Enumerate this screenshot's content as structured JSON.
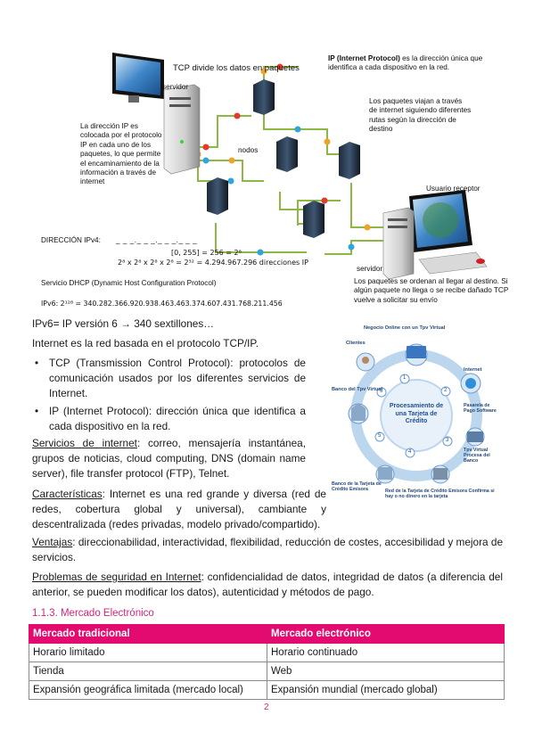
{
  "network_figure": {
    "title": "TCP divide los datos en paquetes",
    "server_label": "servidor",
    "nodes_label": "nodos",
    "receiver_label": "Usuario receptor",
    "server2_label": "servidor",
    "ip_note_bold": "IP (Internet Protocol)",
    "ip_note_rest": " es la dirección única que identifica a cada dispositivo en la red.",
    "left_note": "La dirección IP es colocada por el protocolo IP en cada uno de los paquetes, lo que permite el encaminamiento de la información a través de internet",
    "routes_note": "Los paquetes viajan a través de internet siguiendo diferentes rutas según la dirección de destino",
    "reorder_note": "Los paquetes se ordenan al llegar al destino. Si algún paquete no llega o se recibe dañado TCP vuelve a solicitar su envío",
    "ipv4_label": "DIRECCIÓN IPv4:",
    "ipv4_mask": "_ _ _._ _ _._ _ _._ _ _",
    "range_line": "[0, 255] = 256 = 2⁸",
    "pow_line": "2⁸  x  2⁸  x  2⁸  x  2⁸   = 2³² = 4.294.967.296 direcciones IP",
    "dhcp_line": "Servicio DHCP (Dynamic Host Configuration Protocol)",
    "ipv6_count": "IPv6: 2¹²⁸ = 340.282.366.920.938.463.463.374.607.431.768.211.456"
  },
  "ipv6_line": "IPv6= IP versión 6 → 340 sextillones…",
  "internet_def": "Internet es la red basada en el protocolo TCP/IP.",
  "bullets": [
    "TCP (Transmission Control Protocol): protocolos de comunicación usados por los diferentes servicios de Internet.",
    "IP (Internet Protocol): dirección única que identifica a cada dispositivo en la red."
  ],
  "services": {
    "title": "Servicios de internet",
    "text": ": correo, mensajería instantánea, grupos de noticias, cloud computing, DNS (domain name server), file transfer protocol (FTP), Telnet."
  },
  "features": {
    "title": "Características",
    "text": ": Internet es una red grande y diversa (red de redes, cobertura global y universal), cambiante y descentralizada (redes privadas, modelo privado/compartido)."
  },
  "advantages": {
    "title": "Ventajas",
    "text": ": direccionabilidad, interactividad, flexibilidad, reducción de costes, accesibilidad y mejora de servicios."
  },
  "security": {
    "title": "Problemas de seguridad en Internet",
    "text": ": confidencialidad de datos, integridad de datos (a diferencia del anterior, se pueden modificar los datos), autenticidad y métodos de pago."
  },
  "payment_figure": {
    "top": "Negocio Online con un Tpv Virtual",
    "clientes": "Clientes",
    "internet": "Internet",
    "banco_tpv": "Banco del Tpv Virtual",
    "pasarela": "Pasarela de Pago Software",
    "center": "Procesamiento de una Tarjeta de Crédito",
    "tpv_proceso": "Tpv Virtual Procesa del Banco",
    "banco_emisora": "Banco de la Tarjeta de Crédito Emisora",
    "bottom": "Red de la Tarjeta de Crédito Emisora Confirma si hay o no dinero en la tarjeta",
    "steps": [
      "1",
      "2",
      "3",
      "4",
      "5",
      "6"
    ]
  },
  "section_heading": "1.1.3. Mercado Electrónico",
  "table": {
    "headers": [
      "Mercado tradicional",
      "Mercado electrónico"
    ],
    "rows": [
      [
        "Horario limitado",
        "Horario continuado"
      ],
      [
        "Tienda",
        "Web"
      ],
      [
        "Expansión geográfica limitada (mercado local)",
        "Expansión mundial (mercado global)"
      ]
    ]
  },
  "page_number": "2",
  "colors": {
    "accent": "#e40b70",
    "heading": "#d6257a",
    "link_line": "#8db844"
  }
}
